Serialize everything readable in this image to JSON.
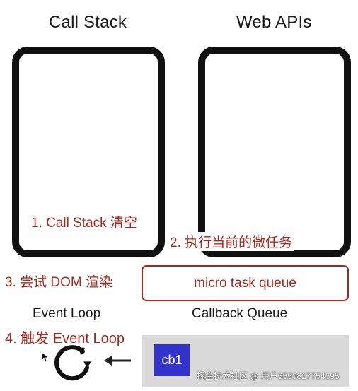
{
  "titles": {
    "call_stack": "Call Stack",
    "web_apis": "Web APIs"
  },
  "steps": {
    "step1": "1. Call Stack 清空",
    "step2": "2. 执行当前的微任务",
    "step3": "3. 尝试 DOM 渲染",
    "step4": "4. 触发 Event Loop"
  },
  "micro_task_queue": "micro task queue",
  "labels": {
    "event_loop": "Event Loop",
    "callback_queue": "Callback Queue"
  },
  "callback_items": [
    "cb1"
  ],
  "watermark": "掘金技术社区 @ 用户3550817754695",
  "colors": {
    "accent_red": "#a8281e",
    "cb_blue": "#3333cc",
    "queue_gray": "#d9d9d9",
    "box_border": "#111111"
  },
  "icons": {
    "event_loop": "loop-arrow-icon",
    "arrow": "arrow-left-icon",
    "cursor": "cursor-icon"
  }
}
